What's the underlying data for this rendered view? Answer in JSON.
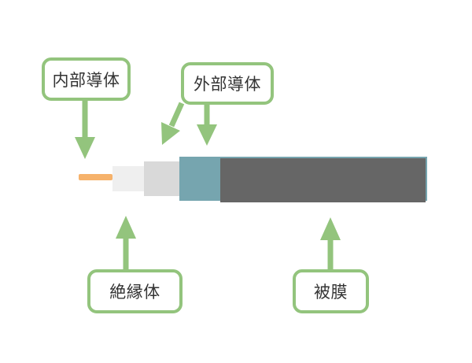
{
  "callouts": [
    {
      "label": "内部導体",
      "target": "inner-conductor"
    },
    {
      "label": "外部導体",
      "target": "outer-conductor"
    },
    {
      "label": "絶縁体",
      "target": "insulator"
    },
    {
      "label": "被膜",
      "target": "jacket"
    }
  ],
  "cable_parts": [
    {
      "name": "inner-conductor-wire",
      "color": "#f6b26b"
    },
    {
      "name": "insulator-layer",
      "color": "#efefef"
    },
    {
      "name": "outer-conductor-braid",
      "color": "#d9d9d9"
    },
    {
      "name": "outer-conductor-foil",
      "color": "#76a5af"
    },
    {
      "name": "jacket-layer",
      "color": "#666666"
    }
  ],
  "colors": {
    "background": "#ffffff",
    "callout_border": "#93c47d",
    "arrow": "#93c47d",
    "label_text": "#333333"
  }
}
